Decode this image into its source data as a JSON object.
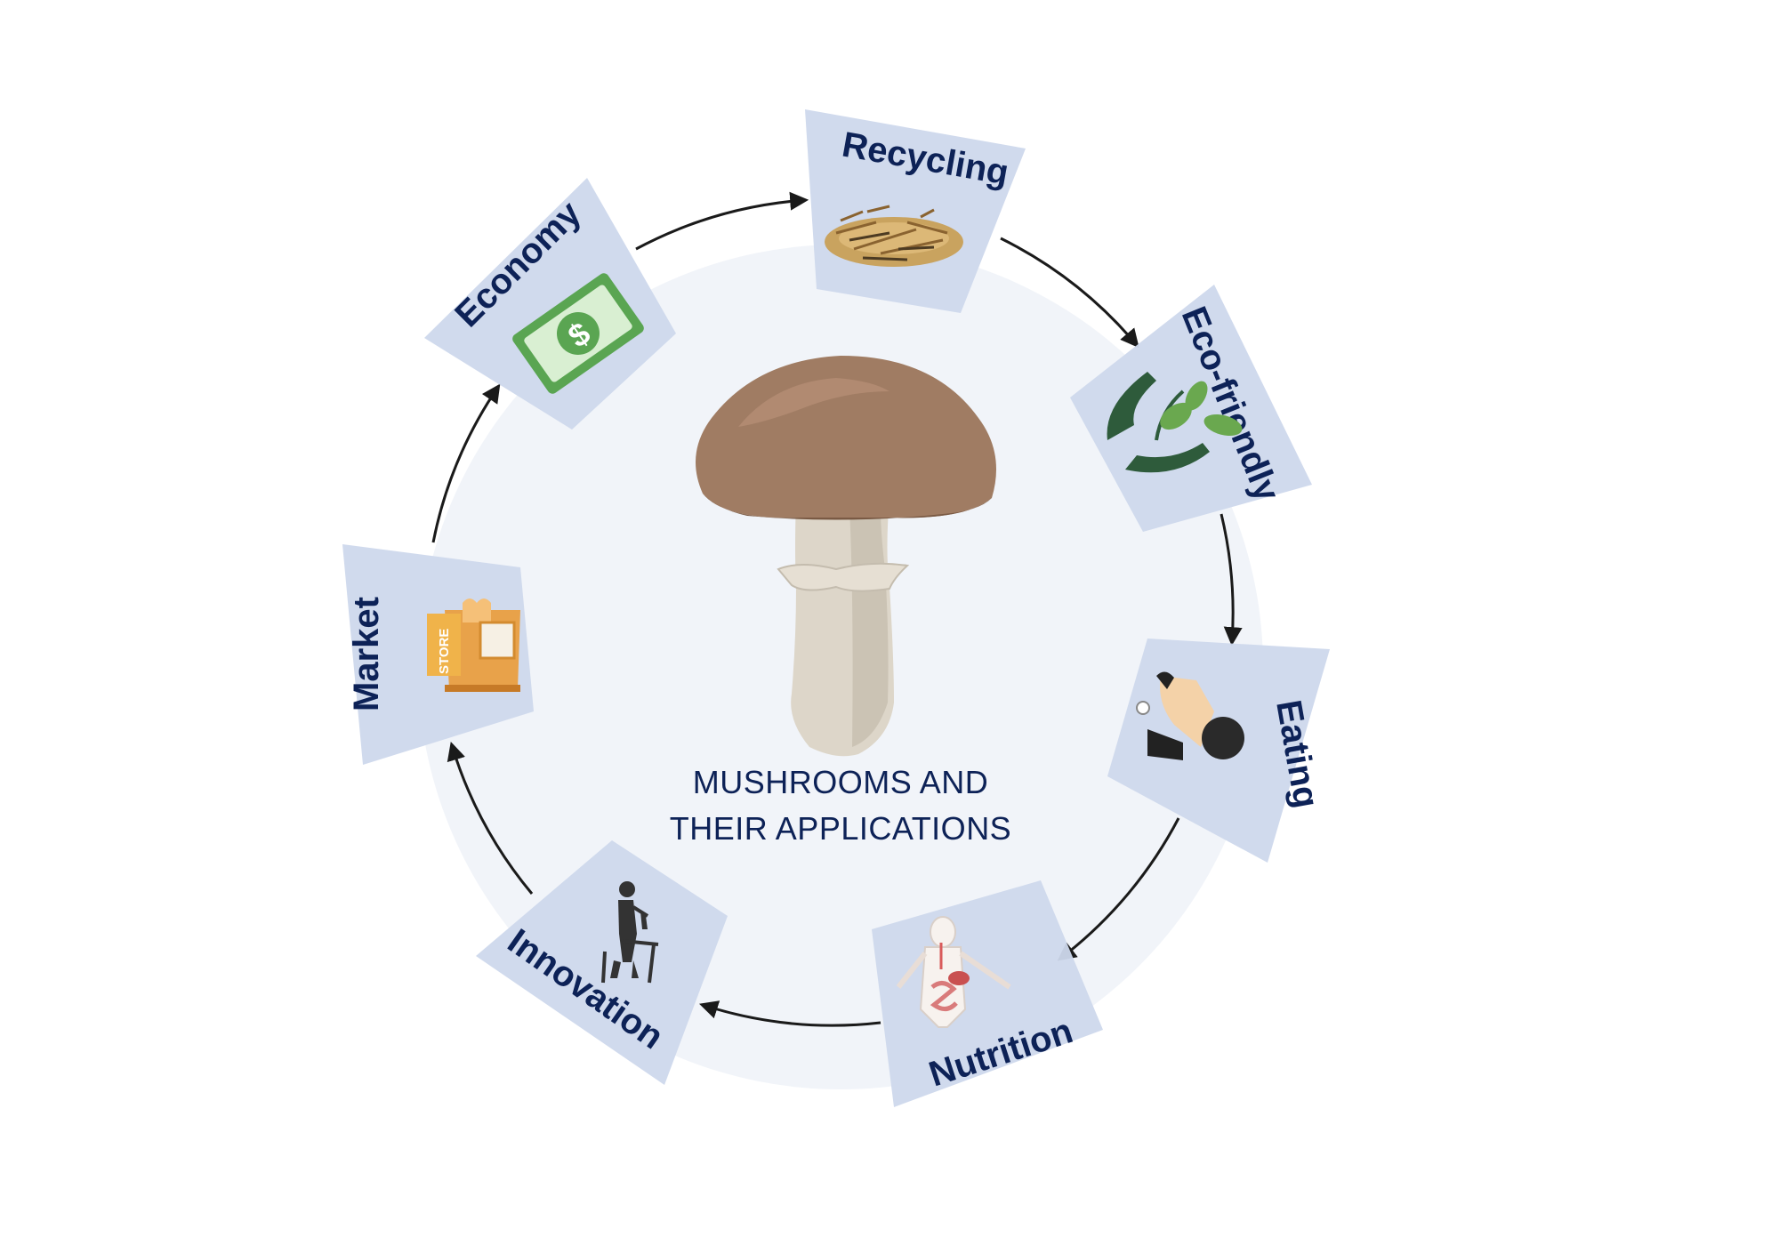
{
  "center": {
    "title_line1": "MUSHROOMS AND",
    "title_line2": "THEIR APPLICATIONS"
  },
  "panels": [
    {
      "label": "Recycling",
      "icon": "straw-pile-icon"
    },
    {
      "label": "Eco-friendly",
      "icon": "hands-plant-icon"
    },
    {
      "label": "Eating",
      "icon": "person-eating-icon"
    },
    {
      "label": "Nutrition",
      "icon": "digestive-system-icon"
    },
    {
      "label": "Innovation",
      "icon": "scientist-microscope-icon"
    },
    {
      "label": "Market",
      "icon": "store-icon",
      "icon_text": "STORE"
    },
    {
      "label": "Economy",
      "icon": "dollar-bill-icon",
      "icon_text": "$"
    }
  ],
  "colors": {
    "circle_fill": "#f1f4f9",
    "panel_fill": "#cdd8ec",
    "label_color": "#0d2257",
    "arrow_color": "#1a1a1a"
  }
}
